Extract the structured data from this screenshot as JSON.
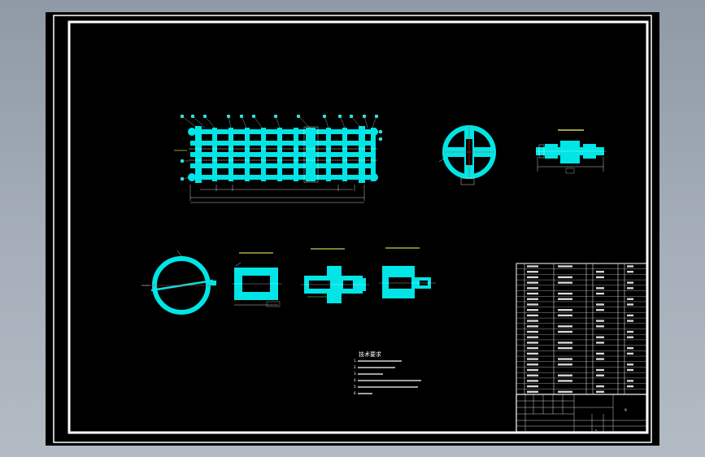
{
  "colors": {
    "background": "#000000",
    "frame": "#ffffff",
    "part": "#00e5e5",
    "dim_line": "#ffffff",
    "label": "#ffff66",
    "center_line": "#ff2a2a",
    "viewport_bg_outer": "#9aa4af"
  },
  "tech_notes": {
    "title": "技术要求",
    "lines": [
      "1.",
      "2.",
      "3.",
      "4.",
      "5.",
      "6."
    ]
  },
  "views": [
    {
      "name": "main-assembly-view"
    },
    {
      "name": "flange-circle-view"
    },
    {
      "name": "shaft-side-view"
    },
    {
      "name": "large-ring-view"
    },
    {
      "name": "detail-view-1"
    },
    {
      "name": "detail-view-2"
    },
    {
      "name": "detail-view-3"
    }
  ],
  "parts_list": {
    "rows": 24
  },
  "title_block": {
    "scale_text": "1:",
    "sheet_text": "张"
  }
}
